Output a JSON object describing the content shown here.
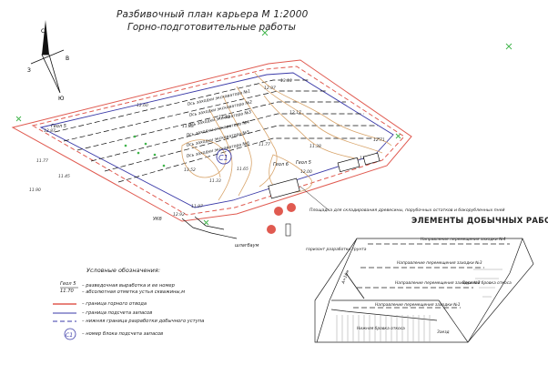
{
  "title": {
    "line1": "Разбивочный план карьера М 1:2000",
    "line2": "Горно-подготовительные работы"
  },
  "compass": {
    "n": "С",
    "e": "В",
    "s": "Ю",
    "w": "З"
  },
  "plan": {
    "labels": {
      "geol5_left": "Геол 5",
      "geol6": "Геол 6",
      "geol5_mid": "Геол 5",
      "shlagbaum": "шлагбаум",
      "block": "С1",
      "platform": "Площадка для складирования древесины,\nпорубочных остатков и бокорубленных пней",
      "horizon": "горизонт разработки грунта",
      "ramp": "УКб"
    },
    "excavator_axes": [
      "Ось заходки экскаватора №1",
      "Ось заходки экскаватора №2",
      "Ось заходки экскаватора №3",
      "Ось заходки экскаватора №4",
      "Ось заходки экскаватора №5",
      "Ось заходки экскаватора №6"
    ],
    "elevations": [
      "12.87",
      "12.60",
      "11.77",
      "11.45",
      "11.90",
      "11.88",
      "11.81",
      "11.77",
      "12.17",
      "11.33",
      "12.97",
      "13.13",
      "12.00",
      "11.65",
      "13.52",
      "11.97",
      "11.40",
      "12.71",
      "11.38",
      "12.92"
    ]
  },
  "legend": {
    "title": "Условные обозначения:",
    "items": [
      {
        "sym": "Геол 5",
        "text": "– разведочная выработка и ее номер"
      },
      {
        "sym": "11.70",
        "text": "– абсолютная отметка устья скважины,м"
      },
      {
        "sym": "",
        "text": "– граница горного отвода"
      },
      {
        "sym": "",
        "text": "– граница подсчета запасов"
      },
      {
        "sym": "",
        "text": "– нижняя граница разработки добычного уступа"
      },
      {
        "sym": "С1",
        "text": "– номер блока подсчета запасов"
      }
    ]
  },
  "elements": {
    "title": "ЭЛЕМЕНТЫ ДОБЫЧНЫХ РАБОТ",
    "labels": {
      "dir4": "Направление перемещения заходки №4",
      "dir3": "Направление перемещения заходки №3",
      "dir2": "Направление перемещения заходки №2",
      "dir1": "Направление перемещения заходки №1",
      "top_edge": "Верхняя бровка откоса",
      "bottom_edge": "Нижняя бровка откоса",
      "entry": "Заезд",
      "width": "А=16м"
    }
  },
  "colors": {
    "boundary": "#e05a50",
    "contour": "#d8a46a",
    "reserve": "#3a3aa8",
    "green": "#3fb44a",
    "black": "#111111"
  }
}
